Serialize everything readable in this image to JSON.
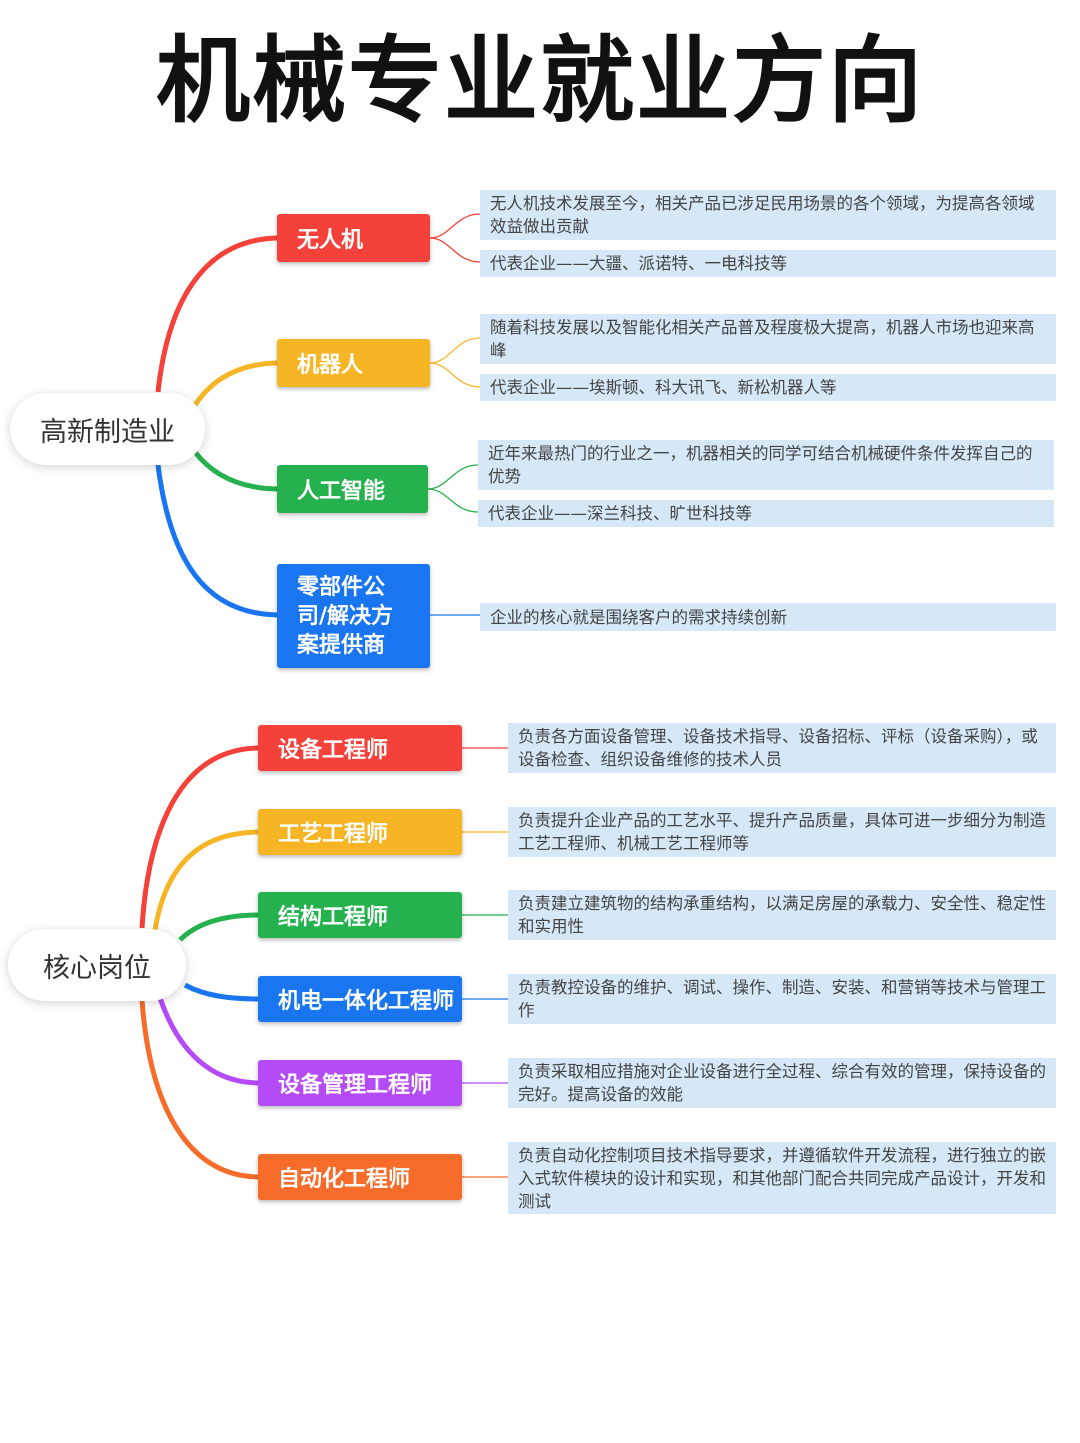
{
  "title": "机械专业就业方向",
  "colors": {
    "red": "#f4413a",
    "yellow": "#f6b525",
    "green": "#25b14d",
    "blue": "#1976f0",
    "purple": "#b44bf7",
    "orange": "#f76c2b",
    "desc_bg": "#d6e8f7"
  },
  "section1": {
    "root": "高新制造业",
    "branches": [
      {
        "label": "无人机",
        "color": "red",
        "details": [
          "无人机技术发展至今，相关产品已涉足民用场景的各个领域，为提高各领域效益做出贡献",
          "代表企业——大疆、派诺特、一电科技等"
        ]
      },
      {
        "label": "机器人",
        "color": "yellow",
        "details": [
          "随着科技发展以及智能化相关产品普及程度极大提高，机器人市场也迎来高峰",
          "代表企业——埃斯顿、科大讯飞、新松机器人等"
        ]
      },
      {
        "label": "人工智能",
        "color": "green",
        "details": [
          "近年来最热门的行业之一，机器相关的同学可结合机械硬件条件发挥自己的优势",
          "代表企业——深兰科技、旷世科技等"
        ]
      },
      {
        "label": "零部件公\n司/解决方\n案提供商",
        "color": "blue",
        "details": [
          "企业的核心就是围绕客户的需求持续创新"
        ]
      }
    ]
  },
  "section2": {
    "root": "核心岗位",
    "branches": [
      {
        "label": "设备工程师",
        "color": "red",
        "details": [
          "负责各方面设备管理、设备技术指导、设备招标、评标（设备采购），或设备检查、组织设备维修的技术人员"
        ]
      },
      {
        "label": "工艺工程师",
        "color": "yellow",
        "details": [
          "负责提升企业产品的工艺水平、提升产品质量，具体可进一步细分为制造工艺工程师、机械工艺工程师等"
        ]
      },
      {
        "label": "结构工程师",
        "color": "green",
        "details": [
          "负责建立建筑物的结构承重结构，以满足房屋的承载力、安全性、稳定性和实用性"
        ]
      },
      {
        "label": "机电一体化工程师",
        "color": "blue",
        "details": [
          "负责教控设备的维护、调试、操作、制造、安装、和营销等技术与管理工作"
        ]
      },
      {
        "label": "设备管理工程师",
        "color": "purple",
        "details": [
          "负责采取相应措施对企业设备进行全过程、综合有效的管理，保持设备的完好。提高设备的效能"
        ]
      },
      {
        "label": "自动化工程师",
        "color": "orange",
        "details": [
          "负责自动化控制项目技术指导要求，并遵循软件开发流程，进行独立的嵌入式软件模块的设计和实现，和其他部门配合共同完成产品设计，开发和测试"
        ]
      }
    ]
  }
}
